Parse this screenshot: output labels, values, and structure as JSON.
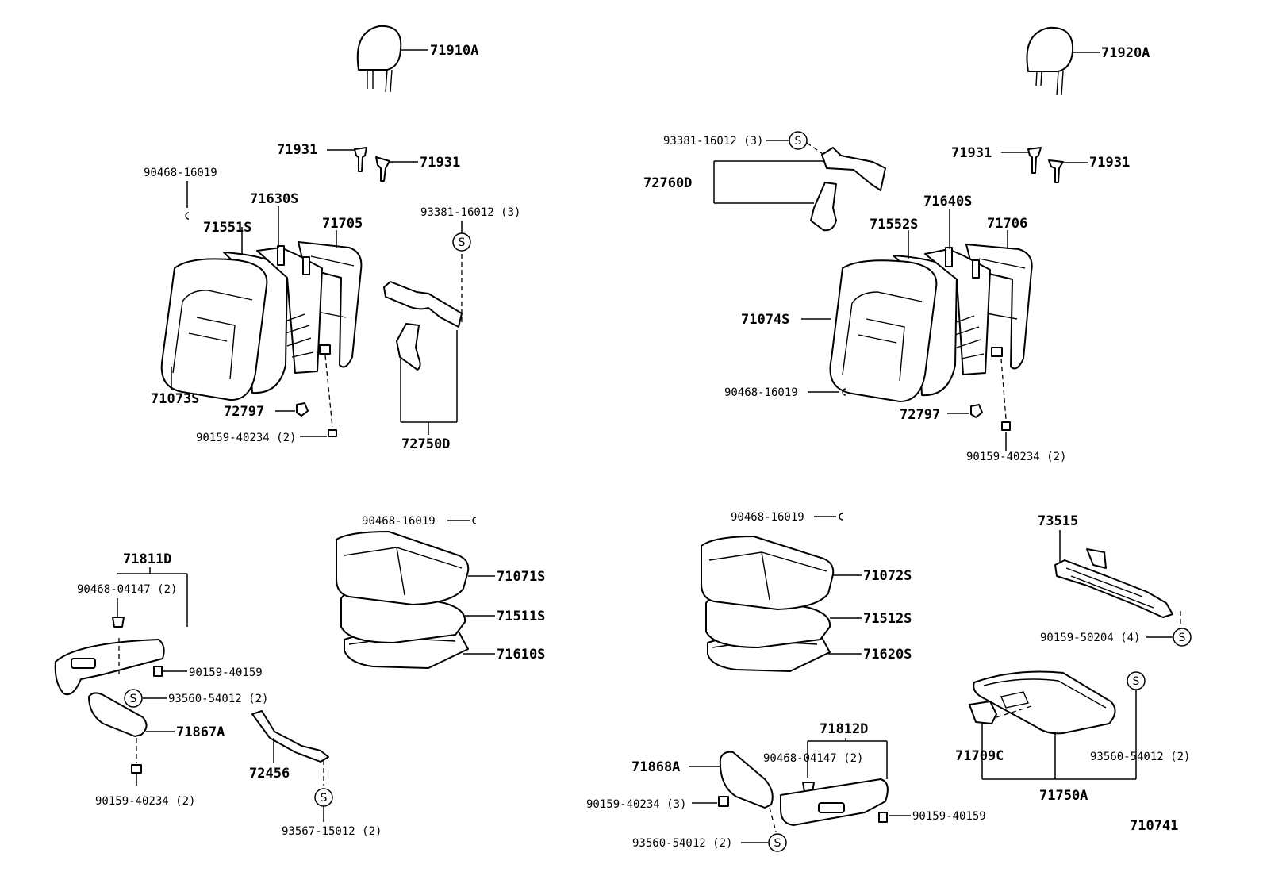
{
  "diagram": {
    "reference_code": "710741",
    "symbol_letter": "S",
    "labels": {
      "p71910A": "71910A",
      "p71920A": "71920A",
      "p71931_a": "71931",
      "p71931_b": "71931",
      "p71931_c": "71931",
      "p71931_d": "71931",
      "p90468_16019_a": "90468-16019",
      "p71630S": "71630S",
      "p71551S": "71551S",
      "p71705": "71705",
      "p93381_16012_a": "93381-16012 (3)",
      "p71073S": "71073S",
      "p72797_a": "72797",
      "p90159_40234_a": "90159-40234 (2)",
      "p72750D": "72750D",
      "p93381_16012_b": "93381-16012 (3)",
      "p72760D": "72760D",
      "p71640S": "71640S",
      "p71552S": "71552S",
      "p71706": "71706",
      "p71074S": "71074S",
      "p90468_16019_b": "90468-16019",
      "p72797_b": "72797",
      "p90159_40234_b": "90159-40234 (2)",
      "p90468_16019_c": "90468-16019",
      "p71071S": "71071S",
      "p71511S": "71511S",
      "p71610S": "71610S",
      "p71811D": "71811D",
      "p90468_04147_a": "90468-04147 (2)",
      "p90159_40159_a": "90159-40159",
      "p93560_54012_a": "93560-54012 (2)",
      "p71867A": "71867A",
      "p90159_40234_c": "90159-40234 (2)",
      "p72456": "72456",
      "p93567_15012": "93567-15012 (2)",
      "p90468_16019_d": "90468-16019",
      "p71072S": "71072S",
      "p71512S": "71512S",
      "p71620S": "71620S",
      "p73515": "73515",
      "p90159_50204": "90159-50204 (4)",
      "p71812D": "71812D",
      "p90468_04147_b": "90468-04147 (2)",
      "p71868A": "71868A",
      "p90159_40234_d": "90159-40234 (3)",
      "p90159_40159_b": "90159-40159",
      "p93560_54012_b": "93560-54012 (2)",
      "p71709C": "71709C",
      "p93560_54012_c": "93560-54012 (2)",
      "p71750A": "71750A"
    }
  }
}
